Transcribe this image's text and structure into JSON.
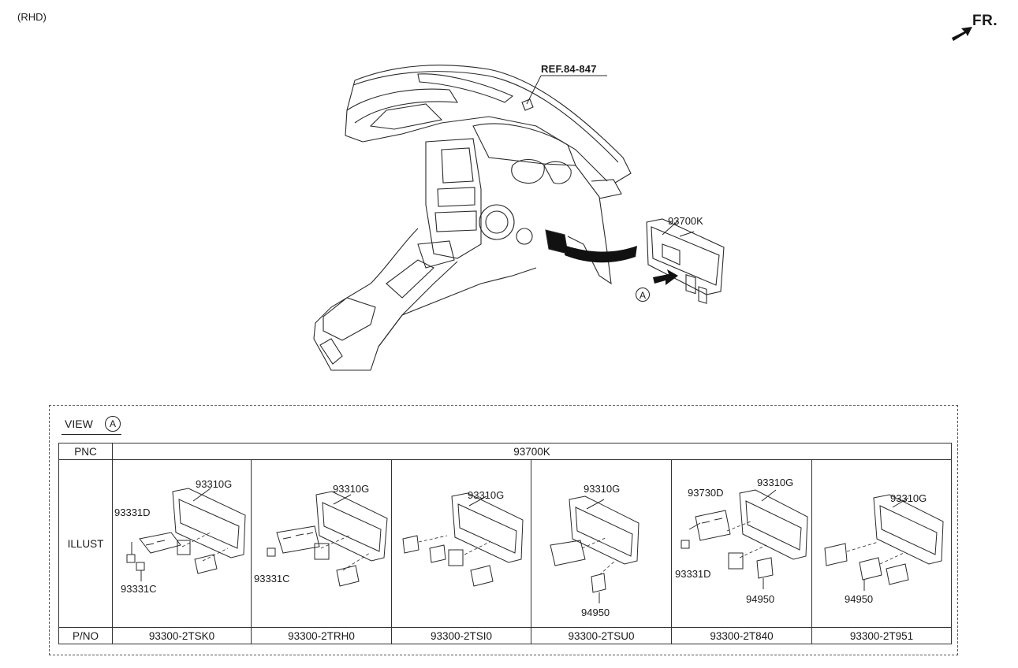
{
  "header": {
    "rhd": "(RHD)",
    "front_label": "FR.",
    "front_icon": "front-direction-arrow-icon"
  },
  "overview": {
    "ref_label": "REF.84-847",
    "assembly_label": "93700K",
    "view_marker": "A"
  },
  "view_a": {
    "title": "VIEW",
    "marker": "A",
    "table": {
      "row_labels": {
        "pnc": "PNC",
        "illust": "ILLUST",
        "pno": "P/NO"
      },
      "pnc_value": "93700K",
      "columns": [
        {
          "pno": "93300-2TSK0",
          "labels": [
            "93310G",
            "93331D",
            "93331C"
          ]
        },
        {
          "pno": "93300-2TRH0",
          "labels": [
            "93310G",
            "93331C"
          ]
        },
        {
          "pno": "93300-2TSI0",
          "labels": [
            "93310G"
          ]
        },
        {
          "pno": "93300-2TSU0",
          "labels": [
            "93310G",
            "94950"
          ]
        },
        {
          "pno": "93300-2T840",
          "labels": [
            "93730D",
            "93310G",
            "93331D",
            "94950"
          ]
        },
        {
          "pno": "93300-2T951",
          "labels": [
            "93310G",
            "94950"
          ]
        }
      ]
    }
  },
  "colors": {
    "line": "#2a2a2a",
    "arrow_fill": "#111111",
    "border": "#333333"
  }
}
